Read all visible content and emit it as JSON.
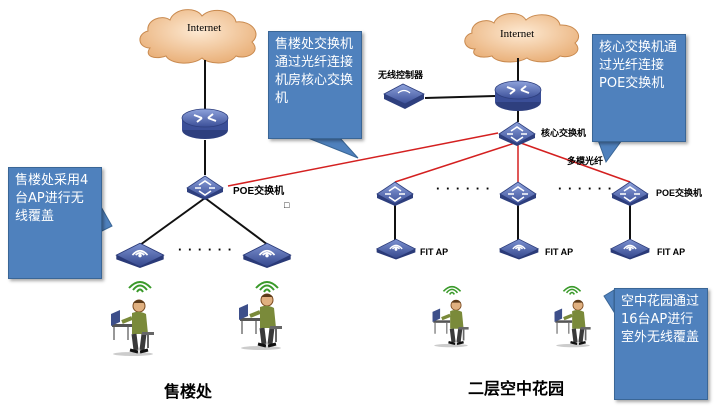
{
  "clouds": {
    "left_label": "Internet",
    "right_label": "Internet"
  },
  "devices": {
    "wireless_controller": "无线控制器",
    "core_switch": "核心交换机",
    "poe_switch_sales": "POE交换机",
    "poe_switch_garden": "POE交换机",
    "fit_ap": "FIT AP",
    "multimode_fiber": "多模光纤"
  },
  "ellipses": {
    "sales_ap": "· · · · · ·",
    "garden_mid_left": "· · · · · ·",
    "garden_mid_right": "· · · · · ·"
  },
  "callouts": {
    "sales_core": "售楼处交换机通过光纤连接机房核心交换机",
    "core_poe": "核心交换机通过光纤连接POE交换机",
    "sales_ap": "售楼处采用4台AP进行无线覆盖",
    "garden_ap": "空中花园通过16台AP进行室外无线覆盖"
  },
  "areas": {
    "sales": "售楼处",
    "garden": "二层空中花园"
  },
  "marker": "□",
  "colors": {
    "device_blue": "#4a5fa8",
    "callout_blue": "#4f81bd",
    "fiber_red": "#d42020",
    "cloud_orange": "#e8b27a",
    "link_black": "#111111"
  }
}
